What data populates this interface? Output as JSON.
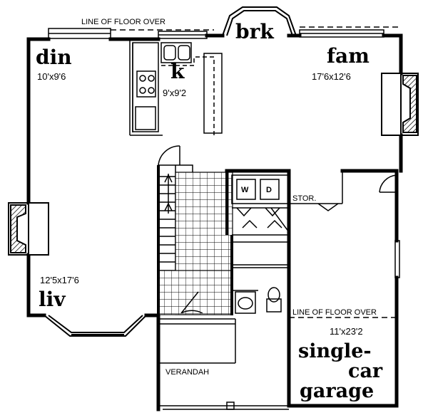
{
  "rooms": {
    "dining": {
      "name": "din",
      "size": "10'x9'6"
    },
    "kitchen": {
      "name": "k",
      "size": "9'x9'2"
    },
    "breakfast": {
      "name": "brk"
    },
    "family": {
      "name": "fam",
      "size": "17'6x12'6"
    },
    "living": {
      "name": "liv",
      "size": "12'5x17'6"
    },
    "garage": {
      "name_line1": "single-",
      "name_line2": "car",
      "name_line3": "garage",
      "size": "11'x23'2"
    }
  },
  "labels": {
    "floor_over_top": "LINE OF FLOOR OVER",
    "floor_over_garage": "LINE OF FLOOR OVER",
    "verandah": "VERANDAH",
    "storage": "STOR.",
    "washer": "W",
    "dryer": "D"
  }
}
